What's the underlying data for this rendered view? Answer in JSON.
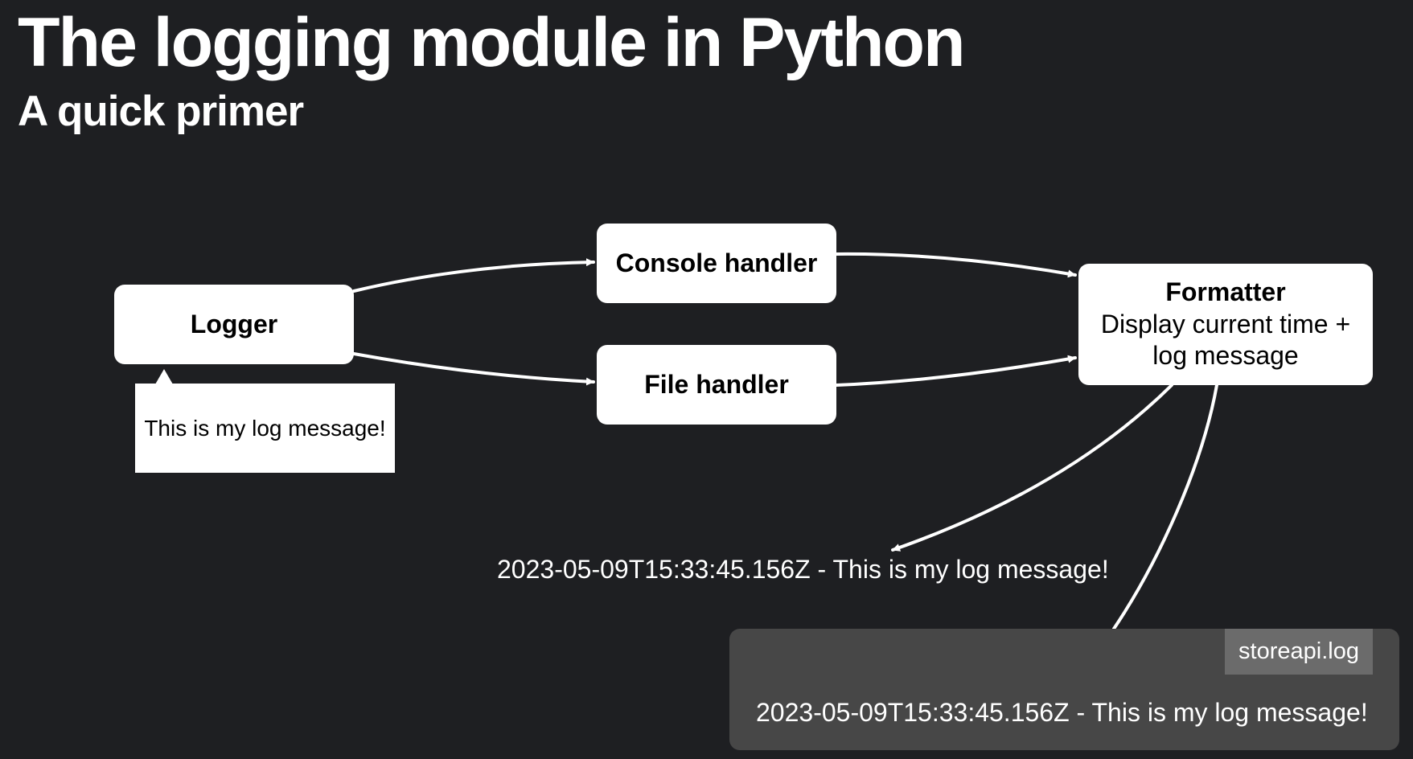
{
  "slide": {
    "title": "The logging module in Python",
    "subtitle": "A quick primer"
  },
  "nodes": {
    "logger": {
      "label": "Logger"
    },
    "console_handler": {
      "label": "Console handler"
    },
    "file_handler": {
      "label": "File handler"
    },
    "formatter": {
      "label": "Formatter",
      "description": "Display current time + log message"
    }
  },
  "callout": {
    "text": "This is my log message!"
  },
  "console_output": {
    "text": "2023-05-09T15:33:45.156Z - This is my log message!"
  },
  "file_output": {
    "filename": "storeapi.log",
    "line": "2023-05-09T15:33:45.156Z - This is my log message!"
  },
  "colors": {
    "background": "#1e1f22",
    "box": "#ffffff",
    "file_panel": "#474747",
    "file_tab": "#6b6b6b"
  }
}
